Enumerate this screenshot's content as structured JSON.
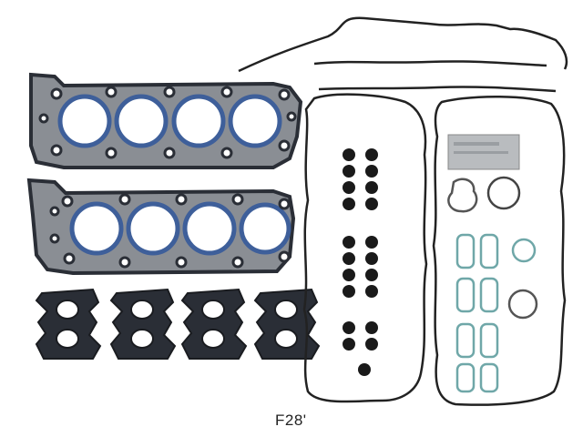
{
  "product": {
    "part_label": "F28'",
    "description_items": [
      "head-gasket",
      "head-gasket",
      "intake-gasket",
      "intake-gasket",
      "intake-gasket",
      "intake-gasket",
      "valve-cover-gasket",
      "valve-cover-gasket",
      "timing-cover-seals",
      "valve-stem-seals",
      "o-rings",
      "sealant-packet"
    ]
  },
  "colors": {
    "gasket_dark": "#2a2e36",
    "gasket_blue": "#3e5f9a",
    "gasket_steel": "#8a8e94",
    "oring_teal": "#6fa7a8",
    "background": "#ffffff"
  }
}
